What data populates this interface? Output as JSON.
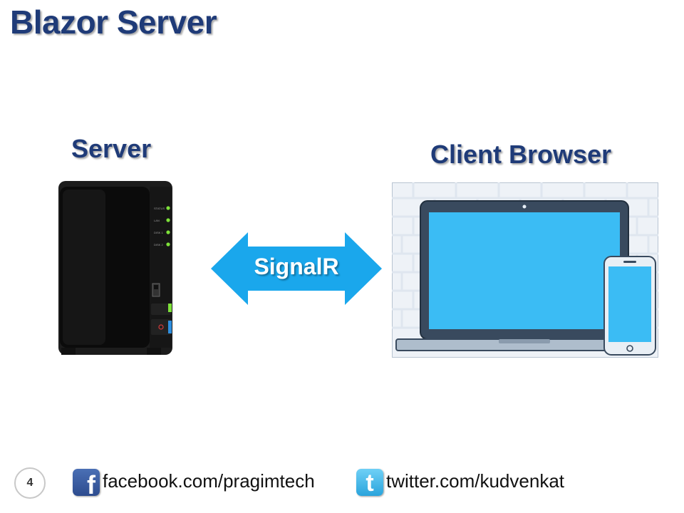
{
  "slide": {
    "title": "Blazor Server",
    "number": "4"
  },
  "diagram": {
    "server_label": "Server",
    "client_label": "Client Browser",
    "connection_label": "SignalR",
    "server_led_labels": [
      "STATUS",
      "LAN",
      "DISK 1",
      "DISK 2"
    ]
  },
  "footer": {
    "facebook": "facebook.com/pragimtech",
    "twitter": "twitter.com/kudvenkat",
    "facebook_icon_glyph": "f",
    "twitter_icon_glyph": "t"
  },
  "colors": {
    "title": "#1f3b78",
    "arrow": "#1aa7ec",
    "screen": "#3bbcf4",
    "led": "#7ee23a"
  }
}
